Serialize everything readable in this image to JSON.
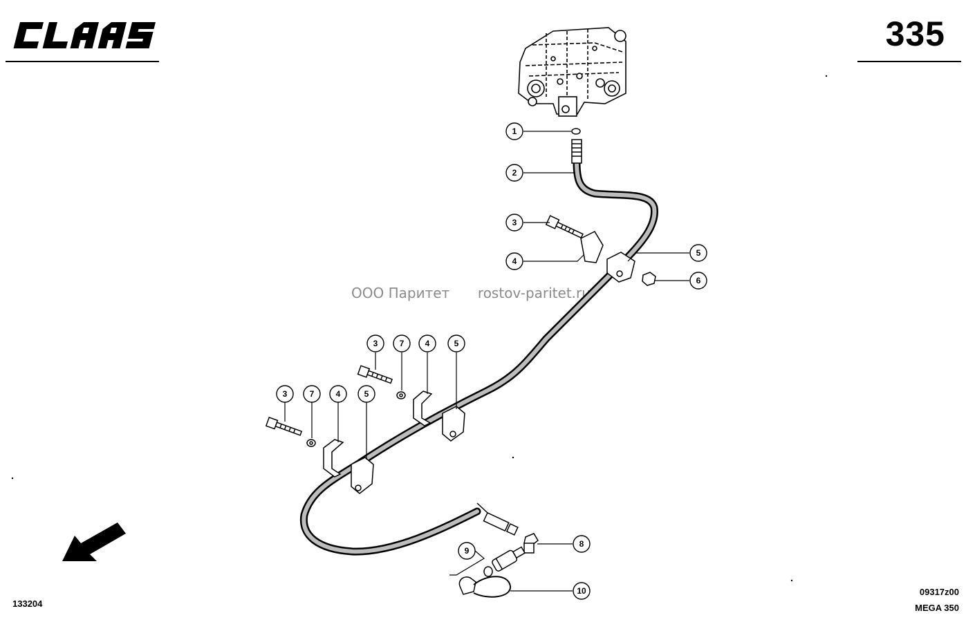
{
  "header": {
    "brand": "CLAAS",
    "page_number": "335"
  },
  "watermark": {
    "company": "ООО Паритет",
    "site": "rostov-paritet.ru"
  },
  "footer": {
    "drawing_id": "133204",
    "figure_code": "09317z00",
    "model": "MEGA 350"
  },
  "callouts": {
    "c1": "1",
    "c2": "2",
    "c3": "3",
    "c4": "4",
    "c5": "5",
    "c6": "6",
    "c3b": "3",
    "c7b": "7",
    "c4b": "4",
    "c5b": "5",
    "c3c": "3",
    "c7c": "7",
    "c4c": "4",
    "c5c": "5",
    "c8": "8",
    "c9": "9",
    "c10": "10"
  }
}
